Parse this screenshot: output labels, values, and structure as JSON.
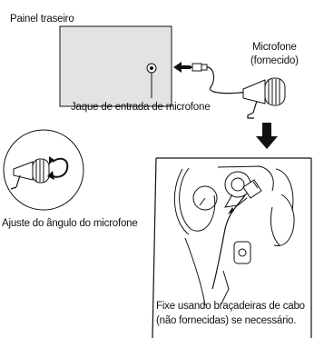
{
  "labels": {
    "rear_panel": "Painel traseiro",
    "microphone_line1": "Microfone",
    "microphone_line2": "(fornecido)",
    "mic_jack": "Jaque de entrada de microfone",
    "mic_angle": "Ajuste do ângulo do microfone",
    "clamp_line1": "Fixe usando braçadeiras de cabo",
    "clamp_line2": "(não fornecidas) se necessário."
  },
  "colors": {
    "panel_fill": "#e3e3e3",
    "ink": "#111111"
  }
}
